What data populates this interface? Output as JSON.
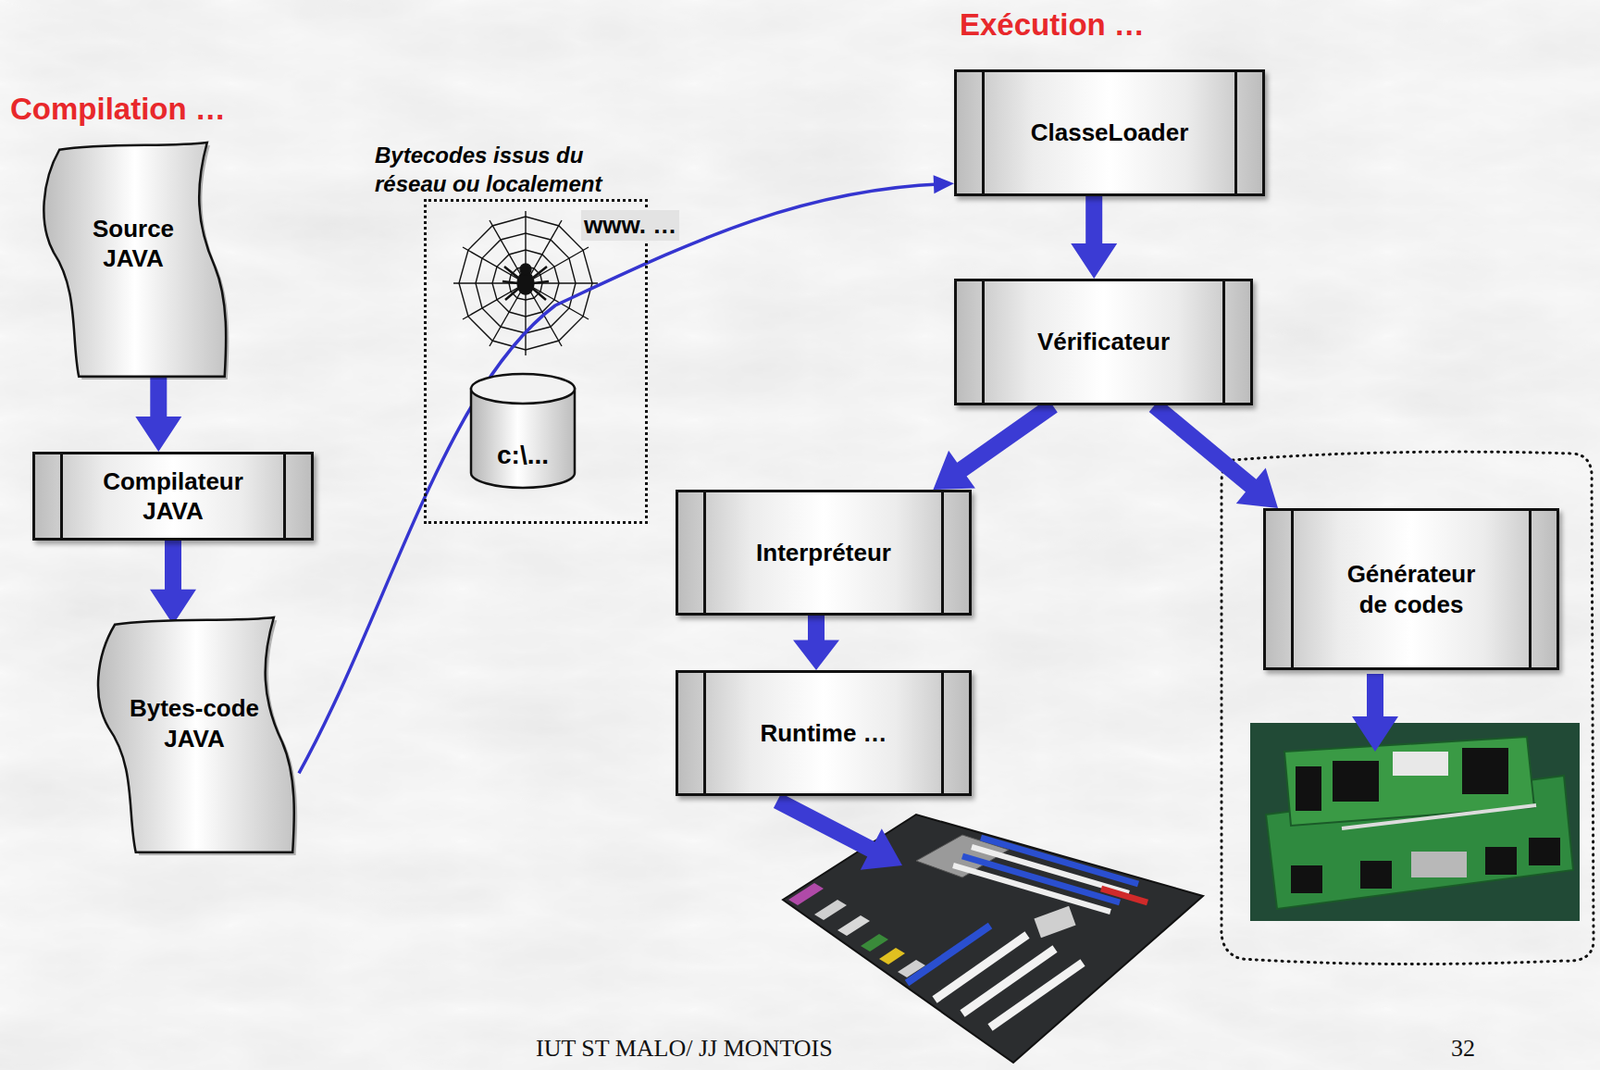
{
  "diagram": {
    "nodes": [
      {
        "text": [
          "Source JAVA"
        ]
      },
      {
        "text": [
          "Compilateur JAVA"
        ]
      },
      {
        "text": [
          "Bytes-code JAVA"
        ]
      },
      {
        "text": [
          "Bytecodes issus du réseau ou localement",
          "www. …"
        ]
      },
      {
        "text": [
          "c:\\..."
        ],
        "in": 3
      },
      {
        "text": [
          "ClasseLoader"
        ]
      },
      {
        "text": [
          "Vérificateur"
        ]
      },
      {
        "text": [
          "Interpréteur"
        ]
      },
      {
        "text": [
          "Runtime …"
        ]
      },
      {
        "text": [
          "Générateur de codes"
        ]
      }
    ],
    "edges": [
      {
        "from": 0,
        "to": 1,
        "arrow": "to"
      },
      {
        "from": 1,
        "to": 2,
        "arrow": "to"
      },
      {
        "from": 2,
        "to": 5,
        "arrow": "to"
      },
      {
        "from": 5,
        "to": 6,
        "arrow": "to"
      },
      {
        "from": 6,
        "to": 7,
        "arrow": "to"
      },
      {
        "from": 6,
        "to": 9,
        "arrow": "to"
      },
      {
        "from": 7,
        "to": 8,
        "arrow": "to"
      }
    ],
    "labels": [
      "Compilation …",
      "Exécution …",
      "IUT ST MALO/ JJ MONTOIS",
      "32"
    ]
  }
}
